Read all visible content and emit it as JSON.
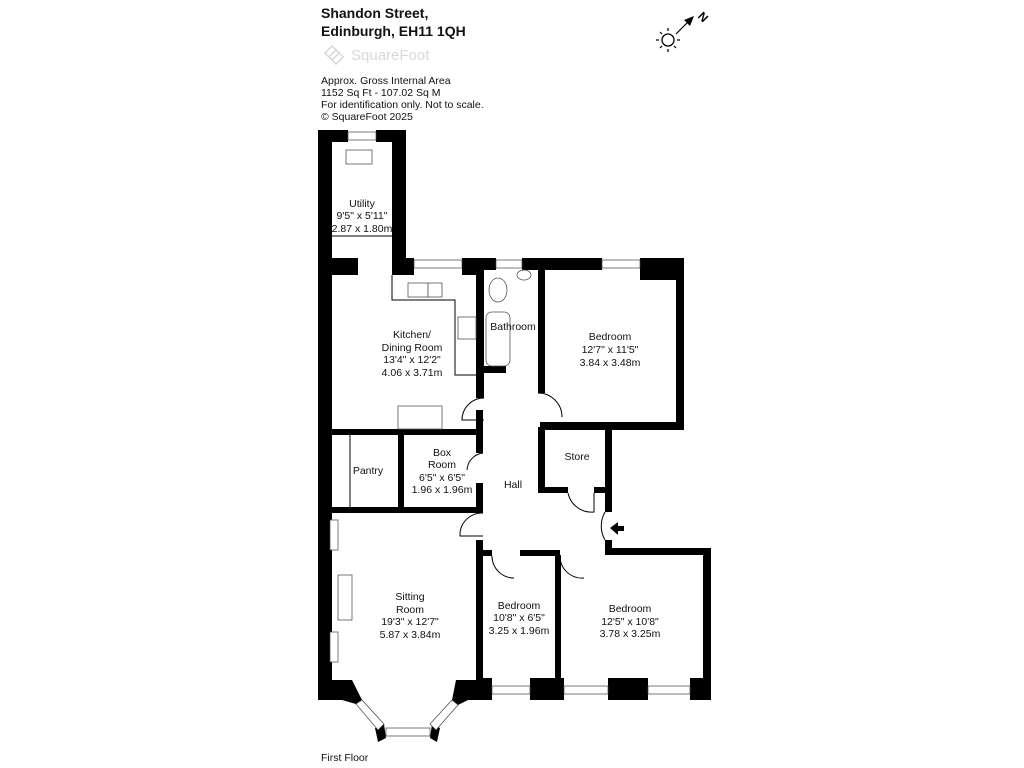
{
  "header": {
    "line1": "Shandon Street,",
    "line2": "Edinburgh, EH11 1QH"
  },
  "logo": {
    "text": "SquareFoot"
  },
  "info": {
    "area_label": "Approx. Gross Internal Area",
    "area_value": "1152 Sq Ft  -  107.02 Sq M",
    "disclaimer": "For identification only. Not to scale.",
    "copyright": "© SquareFoot 2025"
  },
  "compass": {
    "label": "N"
  },
  "rooms": [
    {
      "name": "Utility",
      "imperial": "9'5\" x 5'11\"",
      "metric": "2.87 x 1.80m"
    },
    {
      "name": "Kitchen/",
      "name2": "Dining Room",
      "imperial": "13'4\" x 12'2\"",
      "metric": "4.06 x 3.71m"
    },
    {
      "name": "Bathroom"
    },
    {
      "name": "Bedroom",
      "imperial": "12'7\" x 11'5\"",
      "metric": "3.84 x 3.48m"
    },
    {
      "name": "Pantry"
    },
    {
      "name": "Box",
      "name2": "Room",
      "imperial": "6'5\" x 6'5\"",
      "metric": "1.96 x 1.96m"
    },
    {
      "name": "Hall"
    },
    {
      "name": "Store"
    },
    {
      "name": "Sitting",
      "name2": "Room",
      "imperial": "19'3\" x 12'7\"",
      "metric": "5.87 x 3.84m"
    },
    {
      "name": "Bedroom",
      "imperial": "10'8\" x 6'5\"",
      "metric": "3.25 x 1.96m"
    },
    {
      "name": "Bedroom",
      "imperial": "12'5\" x 10'8\"",
      "metric": "3.78 x 3.25m"
    }
  ],
  "footer": {
    "floor": "First Floor"
  }
}
